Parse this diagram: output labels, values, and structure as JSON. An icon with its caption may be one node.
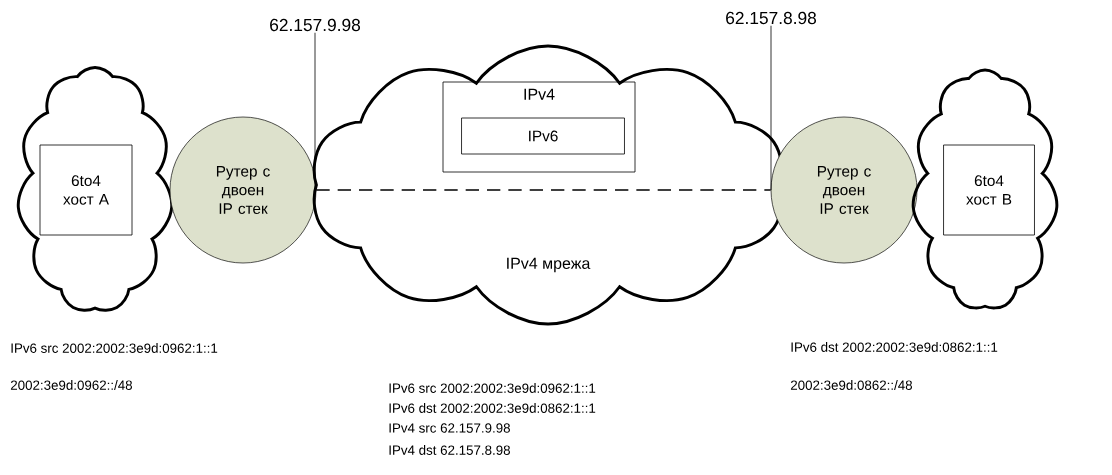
{
  "diagram": {
    "nodes": [
      {
        "text": [],
        "shape": "cloud"
      },
      {
        "text": [
          "6to4 хост A"
        ],
        "in": 0
      },
      {
        "text": [
          "Рутер с двоен IP стек"
        ]
      },
      {
        "text": [
          "IPv4 мрежа"
        ]
      },
      {
        "text": [
          "IPv4"
        ],
        "in": 3
      },
      {
        "text": [
          "IPv6"
        ],
        "in": 4
      },
      {
        "text": [
          "Рутер с двоен IP стек"
        ]
      },
      {
        "text": [],
        "shape": "cloud"
      },
      {
        "text": [
          "6to4 хост B"
        ],
        "in": 7
      },
      {
        "text": [
          "62.157.9.98"
        ]
      },
      {
        "text": [
          "62.157.8.98"
        ]
      }
    ],
    "edges": [
      {
        "from": 2,
        "to": 6,
        "arrow": "none",
        "style": "dashed"
      },
      {
        "from": 9,
        "to": 2,
        "arrow": "none"
      },
      {
        "from": 10,
        "to": 6,
        "arrow": "none"
      }
    ],
    "labels": [
      "IPv6 src 2002:2002:3e9d:0962:1::1",
      "IPv6 dst 2002:2002:3e9d:0862:1::1",
      "2002:3e9d:0962::/48",
      "IPv6 src 2002:2002:3e9d:0962:1::1",
      "2002:3e9d:0862::/48",
      "IPv6 dst 2002:2002:3e9d:0862:1::1",
      "IPv4 src 62.157.9.98",
      "IPv4 dst 62.157.8.98"
    ]
  }
}
